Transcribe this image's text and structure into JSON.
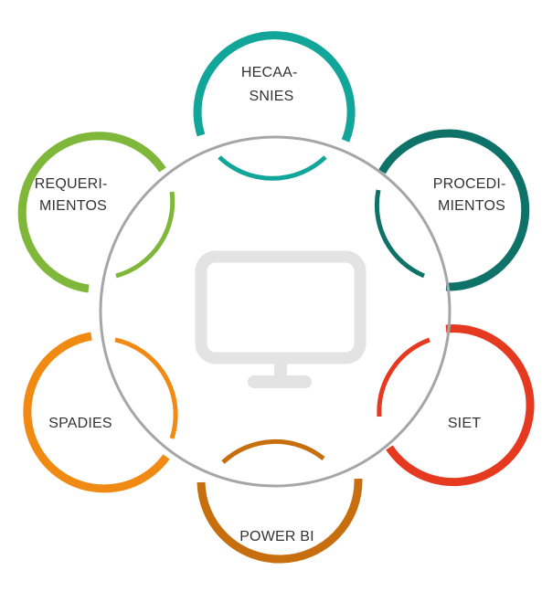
{
  "center": {
    "icon": "monitor-icon",
    "ring_color": "#a6a6a6",
    "icon_color": "#e3e3e3"
  },
  "nodes": [
    {
      "id": "hecaa-snies",
      "lines": [
        "HECAA-",
        "SNIES"
      ],
      "color": "#12a69a"
    },
    {
      "id": "procedimientos",
      "lines": [
        "PROCEDI-",
        "MIENTOS"
      ],
      "color": "#0f7268"
    },
    {
      "id": "siet",
      "lines": [
        "SIET"
      ],
      "color": "#e53a20"
    },
    {
      "id": "power-bi",
      "lines": [
        "POWER BI"
      ],
      "color": "#c76f0e"
    },
    {
      "id": "spadies",
      "lines": [
        "SPADIES"
      ],
      "color": "#f08a12"
    },
    {
      "id": "requerimientos",
      "lines": [
        "REQUERI-",
        "MIENTOS"
      ],
      "color": "#7fb73a"
    }
  ]
}
